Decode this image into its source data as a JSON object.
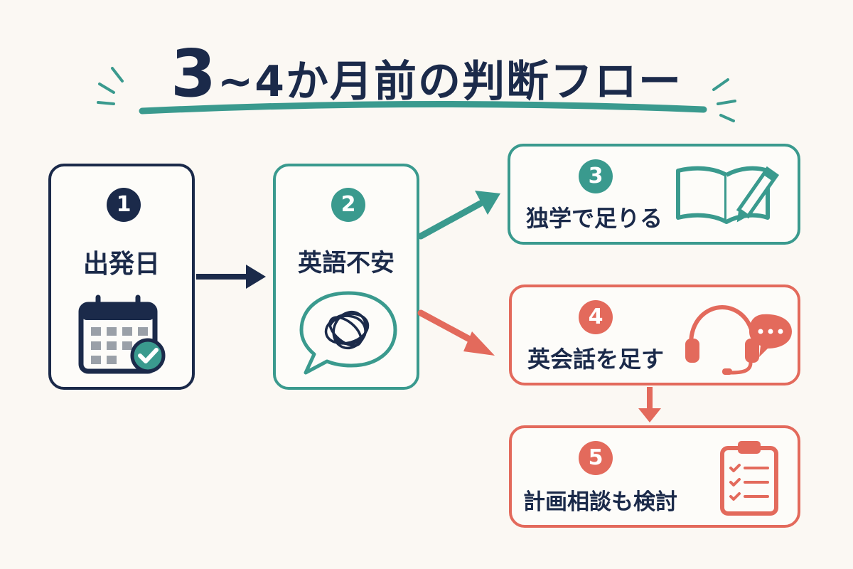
{
  "title": {
    "number": "3",
    "text": "~4か月前の判断フロー"
  },
  "nodes": [
    {
      "num": "1",
      "label": "出発日"
    },
    {
      "num": "2",
      "label": "英語不安"
    },
    {
      "num": "3",
      "label": "独学で足りる"
    },
    {
      "num": "4",
      "label": "英会話を足す"
    },
    {
      "num": "5",
      "label": "計画相談も検討"
    }
  ],
  "colors": {
    "navy": "#1b2a4a",
    "teal": "#3a9a8e",
    "coral": "#e36a5c",
    "background": "#fbf8f3"
  },
  "icons": {
    "node1": "calendar-check-icon",
    "node2": "speech-bubble-scribble-icon",
    "node3": "book-pencil-icon",
    "node4": "headset-chat-icon",
    "node5": "clipboard-checklist-icon"
  }
}
